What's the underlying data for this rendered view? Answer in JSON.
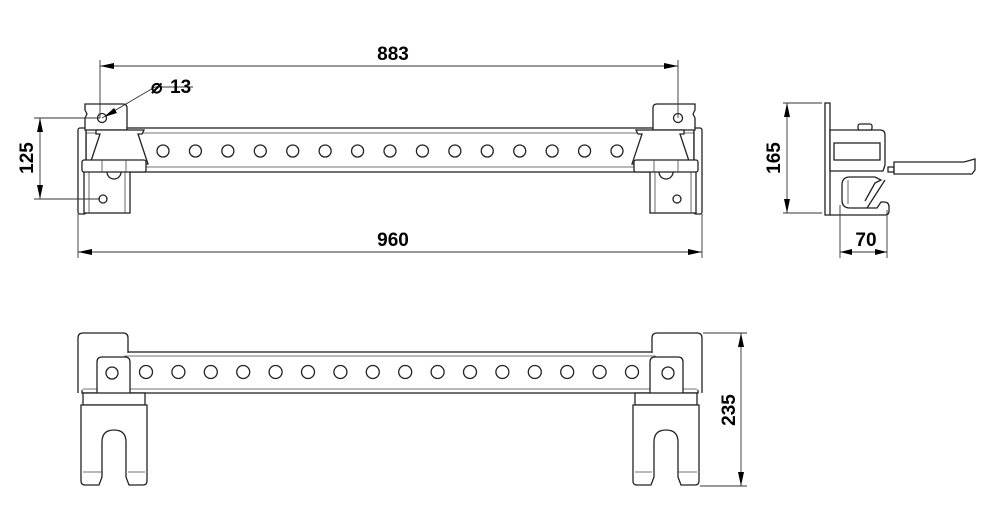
{
  "drawing": {
    "title": "Wall bracket rail technical drawing",
    "top_view": {
      "hole_count": 15,
      "dimensions": {
        "overall_length": "960",
        "hole_center_distance": "883",
        "hole_diameter": "13",
        "diameter_symbol": "⌀",
        "height": "125"
      }
    },
    "side_view": {
      "dimensions": {
        "height": "165",
        "depth": "70"
      }
    },
    "front_view": {
      "hole_count": 16,
      "dimensions": {
        "height": "235"
      }
    }
  }
}
